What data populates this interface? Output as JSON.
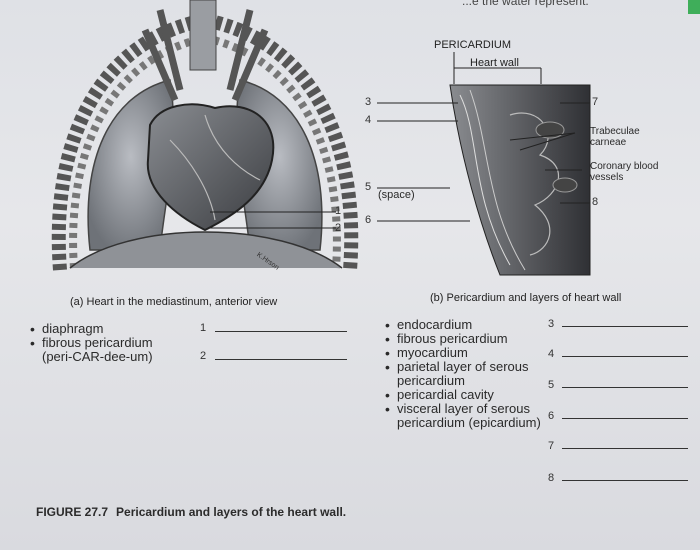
{
  "top_fragment": "...e the water represent.",
  "panel_a": {
    "caption": "(a) Heart in the mediastinum, anterior view",
    "label_1": "1",
    "label_2": "2",
    "artist_mark": "K.Hrson",
    "terms": [
      "diaphragm",
      "fibrous pericardium",
      "(peri-CAR-dee-um)"
    ],
    "answer_numbers": [
      "1",
      "2"
    ]
  },
  "panel_b": {
    "caption": "(b) Pericardium and layers of heart wall",
    "title": "PERICARDIUM",
    "heart_wall": "Heart wall",
    "labels": {
      "n3": "3",
      "n4": "4",
      "n5": "5",
      "n6": "6",
      "n7": "7",
      "n8": "8",
      "space": "(space)",
      "trabeculae": [
        "Trabeculae",
        "carneae"
      ],
      "coronary": [
        "Coronary blood",
        "vessels"
      ]
    },
    "terms": [
      "endocardium",
      "fibrous pericardium",
      "myocardium",
      "parietal layer of serous",
      "pericardium",
      "pericardial cavity",
      "visceral layer of serous",
      "pericardium (epicardium)"
    ],
    "answer_numbers": [
      "3",
      "4",
      "5",
      "6",
      "7",
      "8"
    ]
  },
  "figure": {
    "number": "FIGURE 27.7",
    "title": "Pericardium and layers of the heart wall."
  }
}
